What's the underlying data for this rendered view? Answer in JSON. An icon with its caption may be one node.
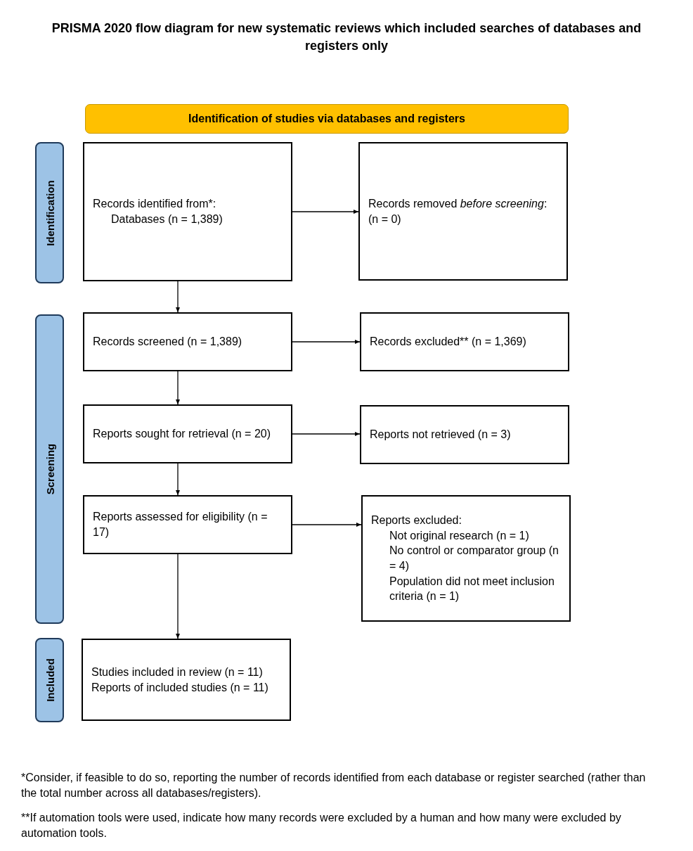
{
  "diagram": {
    "title": "PRISMA 2020 flow diagram for new systematic reviews which included searches of databases and registers only",
    "nodes": [
      {
        "text": [
          "Identification of studies via databases and registers"
        ]
      },
      {
        "text": [
          "Identification"
        ]
      },
      {
        "text": [
          "Screening"
        ]
      },
      {
        "text": [
          "Included"
        ]
      },
      {
        "text": [
          "Records identified from*:",
          "Databases (n = 1,389)"
        ]
      },
      {
        "text": [
          "Records removed *before screening*: (n = 0)"
        ]
      },
      {
        "text": [
          "Records screened (n = 1,389)"
        ]
      },
      {
        "text": [
          "Records excluded** (n = 1,369)"
        ]
      },
      {
        "text": [
          "Reports sought for retrieval (n = 20)"
        ]
      },
      {
        "text": [
          "Reports not retrieved (n = 3)"
        ]
      },
      {
        "text": [
          "Reports assessed for eligibility (n = 17)"
        ]
      },
      {
        "text": [
          "Reports excluded:",
          "Not original research (n = 1)",
          "No control or comparator group (n = 4)",
          "Population did not meet inclusion criteria (n = 1)"
        ]
      },
      {
        "text": [
          "Studies included in review (n = 11)",
          "Reports of included studies (n = 11)"
        ]
      }
    ],
    "edges": [
      {
        "from": 4,
        "to": 5,
        "arrow": "to"
      },
      {
        "from": 4,
        "to": 6,
        "arrow": "to"
      },
      {
        "from": 6,
        "to": 7,
        "arrow": "to"
      },
      {
        "from": 6,
        "to": 8,
        "arrow": "to"
      },
      {
        "from": 8,
        "to": 9,
        "arrow": "to"
      },
      {
        "from": 8,
        "to": 10,
        "arrow": "to"
      },
      {
        "from": 10,
        "to": 11,
        "arrow": "to"
      },
      {
        "from": 10,
        "to": 12,
        "arrow": "to"
      }
    ],
    "labels": [
      "*Consider, if feasible to do so, reporting the number of records identified from each database or register searched (rather than the total number across all databases/registers).",
      "**If automation tools were used, indicate how many records were excluded by a human and how many were excluded by automation tools."
    ]
  }
}
